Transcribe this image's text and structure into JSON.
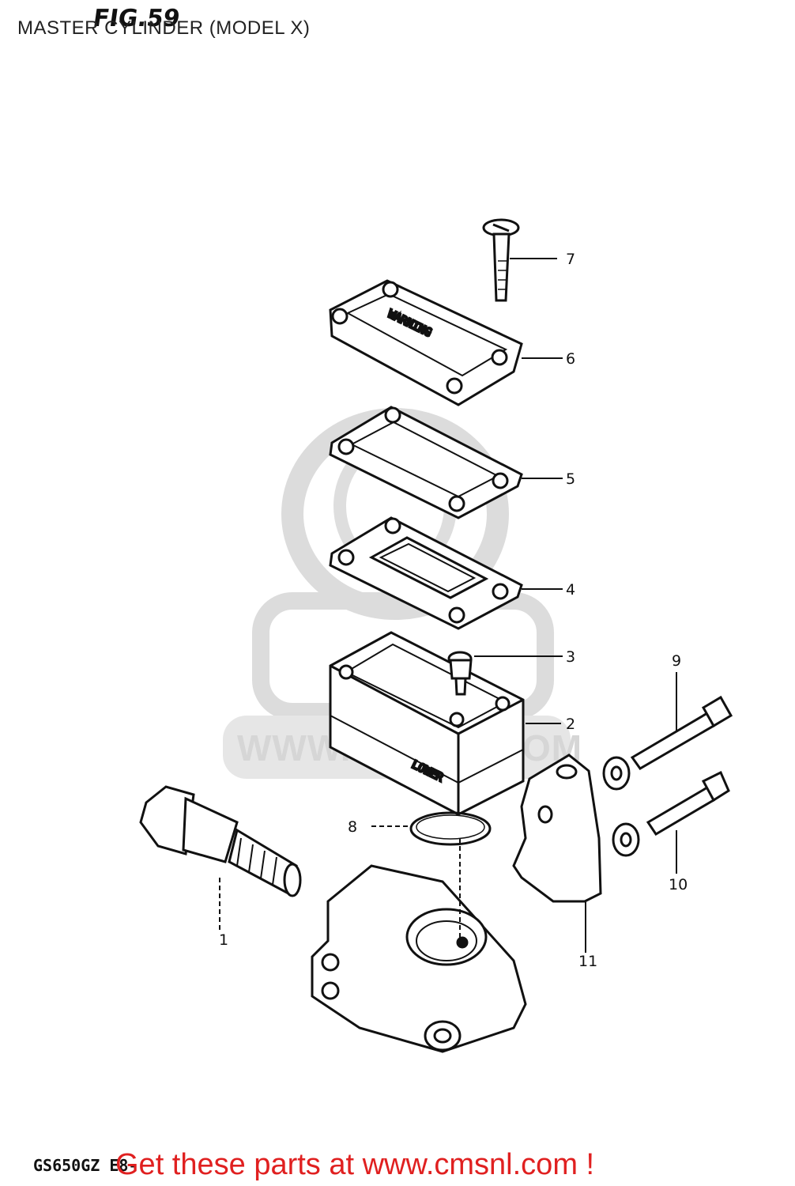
{
  "header": {
    "fig_label": "FIG.59",
    "title": "MASTER CYLINDER (MODEL X)"
  },
  "watermark": {
    "url_text": "WWW.CMSNL.COM"
  },
  "reservoir_marking": {
    "lower_text": "LOWER"
  },
  "parts": [
    {
      "number": "1"
    },
    {
      "number": "2"
    },
    {
      "number": "3"
    },
    {
      "number": "4"
    },
    {
      "number": "5"
    },
    {
      "number": "6"
    },
    {
      "number": "7"
    },
    {
      "number": "8"
    },
    {
      "number": "9"
    },
    {
      "number": "10"
    },
    {
      "number": "11"
    }
  ],
  "footer": {
    "model_code": "GS650GZ E8-",
    "cta": "Get these parts at www.cmsnl.com !",
    "cta_color": "#e02020"
  }
}
